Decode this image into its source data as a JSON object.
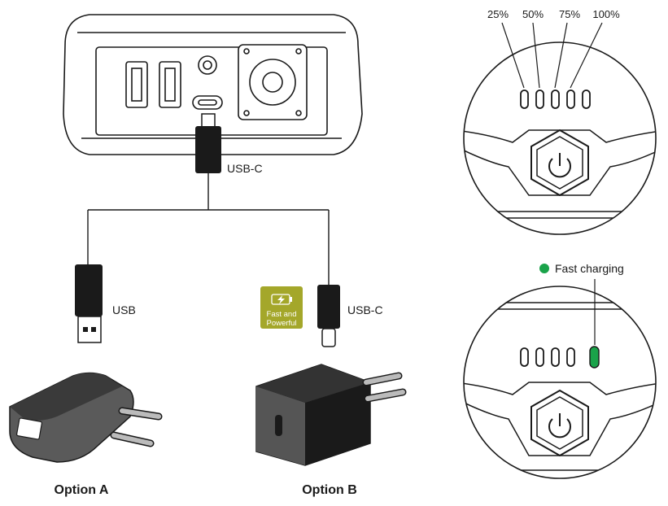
{
  "labels": {
    "usb_c_top": "USB-C",
    "usb_left": "USB",
    "usb_c_right": "USB-C",
    "option_a": "Option A",
    "option_b": "Option B"
  },
  "badge": {
    "line1": "Fast and",
    "line2": "Powerful",
    "color": "#a4a72a"
  },
  "indicator_levels": [
    "25%",
    "50%",
    "75%",
    "100%"
  ],
  "fast_charging": {
    "label": "Fast charging",
    "dot_color": "#1aa34a",
    "active_led": 5
  },
  "icons": {
    "power_button": "power-icon",
    "lightning": "lightning-icon"
  }
}
